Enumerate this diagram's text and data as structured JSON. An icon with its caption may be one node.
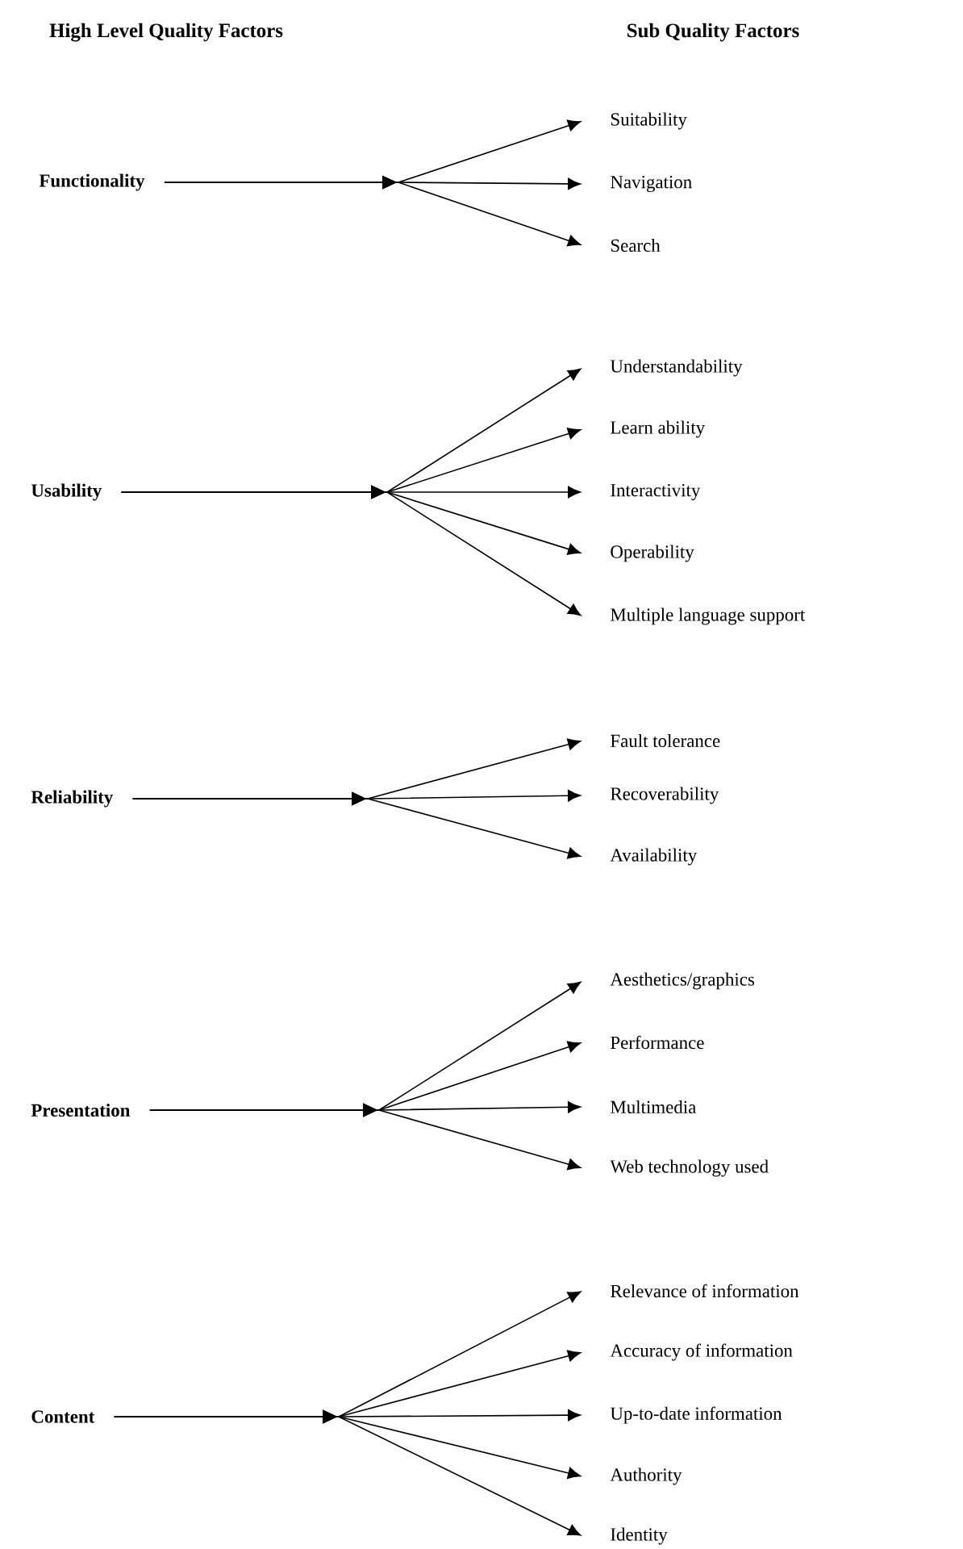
{
  "diagram": {
    "nodes": [
      {
        "text": [
          "Functionality"
        ]
      },
      {
        "text": [
          "Suitability"
        ]
      },
      {
        "text": [
          "Navigation"
        ]
      },
      {
        "text": [
          "Search"
        ]
      },
      {
        "text": [
          "Usability"
        ]
      },
      {
        "text": [
          "Understandability"
        ]
      },
      {
        "text": [
          "Learn ability"
        ]
      },
      {
        "text": [
          "Interactivity"
        ]
      },
      {
        "text": [
          "Operability"
        ]
      },
      {
        "text": [
          "Multiple language support"
        ]
      },
      {
        "text": [
          "Reliability"
        ]
      },
      {
        "text": [
          "Fault tolerance"
        ]
      },
      {
        "text": [
          "Recoverability"
        ]
      },
      {
        "text": [
          "Availability"
        ]
      },
      {
        "text": [
          "Presentation"
        ]
      },
      {
        "text": [
          "Aesthetics/graphics"
        ]
      },
      {
        "text": [
          "Performance"
        ]
      },
      {
        "text": [
          "Multimedia"
        ]
      },
      {
        "text": [
          "Web technology used"
        ]
      },
      {
        "text": [
          "Content"
        ]
      },
      {
        "text": [
          "Relevance of information"
        ]
      },
      {
        "text": [
          "Accuracy of information"
        ]
      },
      {
        "text": [
          "Up-to-date information"
        ]
      },
      {
        "text": [
          "Authority"
        ]
      },
      {
        "text": [
          "Identity"
        ]
      }
    ],
    "edges": [
      {
        "from": 0,
        "to": 1,
        "arrow": "to"
      },
      {
        "from": 0,
        "to": 2,
        "arrow": "to"
      },
      {
        "from": 0,
        "to": 3,
        "arrow": "to"
      },
      {
        "from": 4,
        "to": 5,
        "arrow": "to"
      },
      {
        "from": 4,
        "to": 6,
        "arrow": "to"
      },
      {
        "from": 4,
        "to": 7,
        "arrow": "to"
      },
      {
        "from": 4,
        "to": 8,
        "arrow": "to"
      },
      {
        "from": 4,
        "to": 9,
        "arrow": "to"
      },
      {
        "from": 10,
        "to": 11,
        "arrow": "to"
      },
      {
        "from": 10,
        "to": 12,
        "arrow": "to"
      },
      {
        "from": 10,
        "to": 13,
        "arrow": "to"
      },
      {
        "from": 14,
        "to": 15,
        "arrow": "to"
      },
      {
        "from": 14,
        "to": 16,
        "arrow": "to"
      },
      {
        "from": 14,
        "to": 17,
        "arrow": "to"
      },
      {
        "from": 14,
        "to": 18,
        "arrow": "to"
      },
      {
        "from": 19,
        "to": 20,
        "arrow": "to"
      },
      {
        "from": 19,
        "to": 21,
        "arrow": "to"
      },
      {
        "from": 19,
        "to": 22,
        "arrow": "to"
      },
      {
        "from": 19,
        "to": 23,
        "arrow": "to"
      },
      {
        "from": 19,
        "to": 24,
        "arrow": "to"
      }
    ],
    "labels": [
      "High Level Quality Factors",
      "Sub Quality Factors"
    ]
  }
}
